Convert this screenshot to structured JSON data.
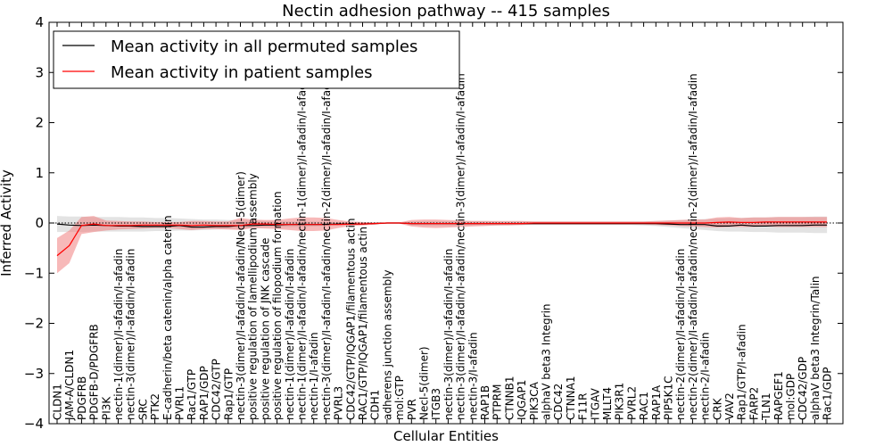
{
  "chart_data": {
    "type": "line",
    "title": "Nectin adhesion pathway -- 415 samples",
    "xlabel": "Cellular Entities",
    "ylabel": "Inferred Activity",
    "ylim": [
      -4,
      4
    ],
    "yticks": [
      -4,
      -3,
      -2,
      -1,
      0,
      1,
      2,
      3,
      4
    ],
    "yticklabels": [
      "−4",
      "−3",
      "−2",
      "−1",
      "0",
      "1",
      "2",
      "3",
      "4"
    ],
    "grid": false,
    "legend_position": "top-left",
    "categories": [
      "CLDN1",
      "JAM-A/CLDN1",
      "PDGFRB",
      "PDGFB-D/PDGFRB",
      "PI3K",
      "nectin-1(dimer)/I-afadin/I-afadin",
      "nectin-3(dimer)/I-afadin/I-afadin",
      "SRC",
      "PTK2",
      "E-cadherin/beta catenin/alpha catenin",
      "PVRL1",
      "Rac1/GTP",
      "RAP1/GDP",
      "CDC42/GTP",
      "Rap1/GTP",
      "nectin-3(dimer)/I-afadin/I-afadin/Necl-5(dimer)",
      "positive regulation of lamellipodium assembly",
      "positive regulation of JNK cascade",
      "positive regulation of filopodium formation",
      "nectin-1(dimer)/I-afadin/I-afadin",
      "nectin-1(dimer)/I-afadin/I-afadin/nectin-1(dimer)/I-afadin/I-afadin",
      "nectin-1/I-afadin",
      "nectin-3(dimer)/I-afadin/I-afadin/nectin-2(dimer)/I-afadin/I-afadin",
      "PVRL3",
      "CDC42/GTP/IQGAP1/filamentous actin",
      "RAC1/GTP/IQGAP1/filamentous actin",
      "CDH1",
      "adherens junction assembly",
      "mol:GTP",
      "PVR",
      "Necl-5(dimer)",
      "ITGB3",
      "nectin-3(dimer)/I-afadin/I-afadin",
      "nectin-3(dimer)/I-afadin/I-afadin/nectin-3(dimer)/I-afadin/I-afadin",
      "nectin-3/I-afadin",
      "RAP1B",
      "PTPRM",
      "CTNNB1",
      "IQGAP1",
      "PIK3CA",
      "alphaV beta3 Integrin",
      "CDC42",
      "CTNNA1",
      "F11R",
      "ITGAV",
      "MLLT4",
      "PIK3R1",
      "PVRL2",
      "RAC1",
      "RAP1A",
      "PIP5K1C",
      "nectin-2(dimer)/I-afadin/I-afadin",
      "nectin-2(dimer)/I-afadin/I-afadin/nectin-2(dimer)/I-afadin/I-afadin",
      "nectin-2/I-afadin",
      "CRK",
      "VAV2",
      "Rap1/GTP/I-afadin",
      "FARP2",
      "TLN1",
      "RAPGEF1",
      "mol:GDP",
      "CDC42/GDP",
      "alphaV beta3 Integrin/Talin",
      "Rac1/GDP"
    ],
    "series": [
      {
        "name": "Mean activity in all permuted samples",
        "color": "#000000",
        "values": [
          -0.02,
          -0.04,
          -0.05,
          -0.04,
          -0.05,
          -0.06,
          -0.06,
          -0.07,
          -0.07,
          -0.07,
          -0.05,
          -0.08,
          -0.08,
          -0.07,
          -0.07,
          -0.05,
          -0.05,
          -0.04,
          -0.04,
          -0.03,
          -0.03,
          -0.03,
          -0.03,
          -0.02,
          -0.02,
          -0.02,
          -0.01,
          0.0,
          0.0,
          -0.01,
          -0.01,
          -0.01,
          -0.01,
          -0.01,
          -0.01,
          -0.01,
          -0.01,
          -0.01,
          -0.01,
          -0.01,
          -0.01,
          -0.01,
          -0.01,
          -0.01,
          -0.01,
          -0.01,
          -0.01,
          -0.01,
          -0.01,
          -0.01,
          -0.02,
          -0.03,
          -0.03,
          -0.03,
          -0.06,
          -0.06,
          -0.04,
          -0.06,
          -0.06,
          -0.05,
          -0.05,
          -0.05,
          -0.04,
          -0.04
        ],
        "lower": [
          -0.18,
          -0.18,
          -0.18,
          -0.17,
          -0.17,
          -0.17,
          -0.17,
          -0.17,
          -0.16,
          -0.16,
          -0.15,
          -0.15,
          -0.14,
          -0.13,
          -0.12,
          -0.11,
          -0.1,
          -0.09,
          -0.08,
          -0.08,
          -0.08,
          -0.07,
          -0.06,
          -0.05,
          -0.04,
          -0.03,
          -0.02,
          -0.01,
          -0.01,
          -0.05,
          -0.06,
          -0.06,
          -0.06,
          -0.06,
          -0.05,
          -0.05,
          -0.05,
          -0.04,
          -0.04,
          -0.04,
          -0.04,
          -0.04,
          -0.04,
          -0.04,
          -0.04,
          -0.04,
          -0.04,
          -0.04,
          -0.05,
          -0.06,
          -0.08,
          -0.1,
          -0.12,
          -0.14,
          -0.16,
          -0.17,
          -0.17,
          -0.18,
          -0.18,
          -0.19,
          -0.19,
          -0.19,
          -0.2,
          -0.2
        ],
        "upper": [
          0.14,
          0.13,
          0.13,
          0.12,
          0.12,
          0.12,
          0.11,
          0.11,
          0.1,
          0.1,
          0.09,
          0.08,
          0.07,
          0.07,
          0.06,
          0.06,
          0.05,
          0.04,
          0.04,
          0.03,
          0.03,
          0.03,
          0.02,
          0.02,
          0.02,
          0.01,
          0.01,
          0.01,
          0.01,
          0.03,
          0.04,
          0.04,
          0.04,
          0.04,
          0.04,
          0.04,
          0.03,
          0.03,
          0.03,
          0.03,
          0.03,
          0.03,
          0.03,
          0.03,
          0.03,
          0.03,
          0.03,
          0.03,
          0.03,
          0.04,
          0.05,
          0.06,
          0.07,
          0.08,
          0.09,
          0.1,
          0.1,
          0.11,
          0.11,
          0.12,
          0.12,
          0.12,
          0.13,
          0.13
        ]
      },
      {
        "name": "Mean activity in patient samples",
        "color": "#ff0000",
        "fill": "#f08080",
        "values": [
          -0.65,
          -0.45,
          -0.05,
          -0.02,
          -0.05,
          -0.05,
          -0.05,
          -0.04,
          -0.04,
          -0.04,
          -0.04,
          -0.05,
          -0.04,
          -0.05,
          -0.05,
          -0.05,
          -0.02,
          -0.02,
          -0.03,
          -0.03,
          -0.03,
          -0.03,
          -0.03,
          -0.03,
          -0.02,
          -0.02,
          -0.01,
          0.0,
          0.0,
          -0.01,
          -0.01,
          -0.01,
          -0.01,
          -0.01,
          -0.01,
          -0.01,
          -0.01,
          -0.01,
          -0.01,
          0.0,
          0.0,
          0.0,
          0.0,
          0.0,
          0.0,
          0.0,
          0.0,
          0.0,
          0.0,
          0.0,
          0.0,
          0.0,
          0.0,
          0.0,
          0.01,
          0.02,
          0.01,
          0.01,
          0.02,
          0.02,
          0.02,
          0.02,
          0.02,
          0.02
        ],
        "lower": [
          -1.0,
          -0.8,
          -0.22,
          -0.18,
          -0.15,
          -0.13,
          -0.12,
          -0.11,
          -0.1,
          -0.1,
          -0.12,
          -0.14,
          -0.12,
          -0.12,
          -0.13,
          -0.14,
          -0.1,
          -0.11,
          -0.12,
          -0.14,
          -0.16,
          -0.16,
          -0.15,
          -0.1,
          -0.06,
          -0.05,
          -0.03,
          -0.01,
          -0.01,
          -0.07,
          -0.09,
          -0.1,
          -0.09,
          -0.08,
          -0.07,
          -0.06,
          -0.05,
          -0.05,
          -0.04,
          -0.03,
          -0.03,
          -0.03,
          -0.03,
          -0.03,
          -0.03,
          -0.03,
          -0.03,
          -0.03,
          -0.03,
          -0.04,
          -0.05,
          -0.06,
          -0.07,
          -0.08,
          -0.09,
          -0.08,
          -0.08,
          -0.08,
          -0.07,
          -0.08,
          -0.08,
          -0.08,
          -0.08,
          -0.08
        ],
        "upper": [
          -0.3,
          -0.15,
          0.12,
          0.14,
          0.05,
          0.04,
          0.03,
          0.03,
          0.02,
          0.02,
          0.02,
          0.04,
          0.04,
          0.03,
          0.03,
          0.1,
          0.07,
          0.06,
          0.06,
          0.09,
          0.11,
          0.11,
          0.1,
          0.06,
          0.03,
          0.02,
          0.01,
          0.01,
          0.01,
          0.06,
          0.07,
          0.07,
          0.06,
          0.05,
          0.04,
          0.04,
          0.04,
          0.04,
          0.04,
          0.03,
          0.03,
          0.03,
          0.03,
          0.03,
          0.03,
          0.03,
          0.03,
          0.03,
          0.03,
          0.04,
          0.05,
          0.06,
          0.07,
          0.07,
          0.11,
          0.12,
          0.1,
          0.11,
          0.11,
          0.12,
          0.12,
          0.12,
          0.12,
          0.12
        ]
      }
    ]
  }
}
